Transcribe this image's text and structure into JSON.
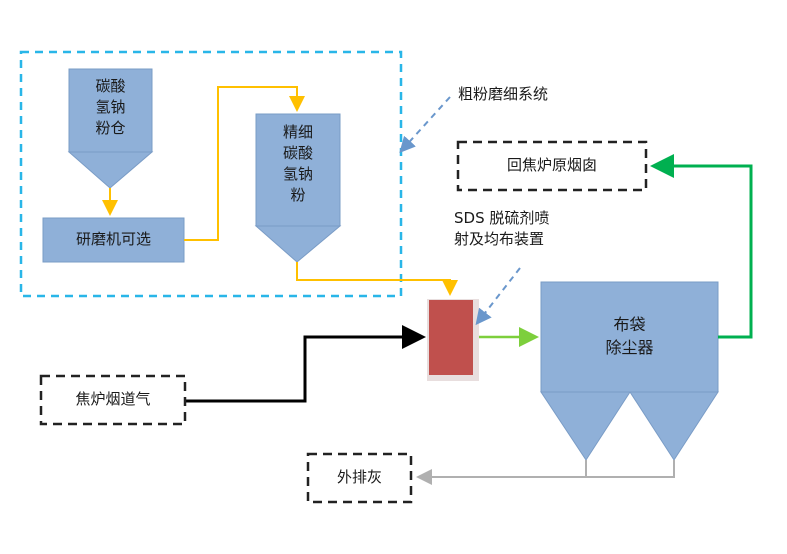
{
  "colors": {
    "node_fill": "#8fb0d8",
    "node_stroke": "#7a9cc6",
    "yellow_line": "#ffc000",
    "green_line": "#00b050",
    "light_green_line": "#7dcf3c",
    "gray_line": "#b0b0b0",
    "black_line": "#000000",
    "subsystem_border": "#29b6e8",
    "pointer_dash": "#6a97cc",
    "injector_fill": "#c0504d"
  },
  "subsystem": {
    "label": "粗粉磨细系统"
  },
  "nodes": {
    "raw_silo": {
      "label": "碳酸\n氢钠\n粉仓"
    },
    "mill": {
      "label": "研磨机可选"
    },
    "fine_silo": {
      "label": "精细\n碳酸\n氢钠\n粉"
    },
    "injector": {
      "label": "SDS 脱硫剂喷\n射及均布装置"
    },
    "bag_filter": {
      "label": "布袋\n除尘器"
    },
    "flue_gas_in": {
      "label": "焦炉烟道气"
    },
    "chimney_out": {
      "label": "回焦炉原烟囱"
    },
    "ash_out": {
      "label": "外排灰"
    }
  },
  "return_mark": "↵"
}
